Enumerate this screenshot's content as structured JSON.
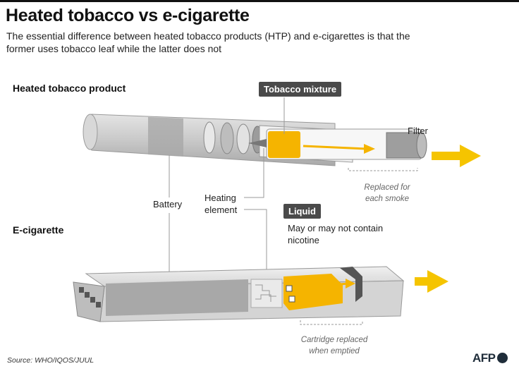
{
  "header": {
    "title": "Heated tobacco vs e-cigarette",
    "subtitle": "The essential difference between heated tobacco products (HTP) and e-cigarettes is that the former uses tobacco leaf while the latter does not"
  },
  "sections": {
    "htp": "Heated tobacco product",
    "ecig": "E-cigarette"
  },
  "labels": {
    "tobacco_mixture": "Tobacco mixture",
    "filter": "Filter",
    "replaced_each_smoke": [
      "Replaced for",
      "each smoke"
    ],
    "battery": "Battery",
    "heating_element": [
      "Heating",
      "element"
    ],
    "liquid": "Liquid",
    "nicotine_note": [
      "May or may not contain",
      "nicotine"
    ],
    "cartridge_note": [
      "Cartridge replaced",
      "when emptied"
    ]
  },
  "footer": {
    "source": "Source: WHO/IQOS/JUUL",
    "logo": "AFP"
  },
  "colors": {
    "accent": "#f5b400",
    "callout": "#4a4a4a",
    "device_gray": "#cfcfcf"
  }
}
